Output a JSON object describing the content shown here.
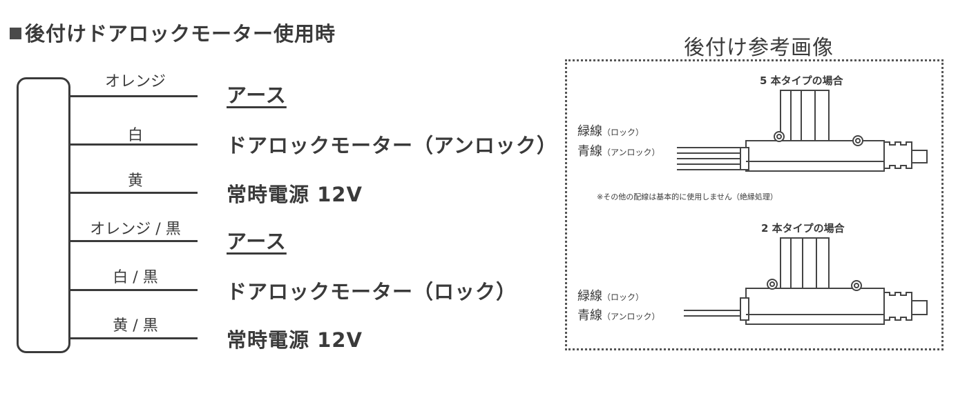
{
  "title": "後付けドアロックモーター使用時",
  "wires": [
    {
      "color": "オレンジ",
      "function": "アース",
      "underline": true
    },
    {
      "color": "白",
      "function": "ドアロックモーター（アンロック）",
      "underline": false
    },
    {
      "color": "黄",
      "function": "常時電源 12V",
      "underline": false
    },
    {
      "color": "オレンジ / 黒",
      "function": "アース",
      "underline": true
    },
    {
      "color": "白 / 黒",
      "function": "ドアロックモーター（ロック）",
      "underline": false
    },
    {
      "color": "黄 / 黒",
      "function": "常時電源 12V",
      "underline": false
    }
  ],
  "reference": {
    "title": "後付け参考画像",
    "five_wire": {
      "heading": "5 本タイプの場合",
      "green": "緑線",
      "green_note": "（ロック）",
      "blue": "青線",
      "blue_note": "（アンロック）",
      "note": "※その他の配線は基本的に使用しません（絶縁処理）"
    },
    "two_wire": {
      "heading": "2 本タイプの場合",
      "green": "緑線",
      "green_note": "（ロック）",
      "blue": "青線",
      "blue_note": "（アンロック）"
    }
  }
}
